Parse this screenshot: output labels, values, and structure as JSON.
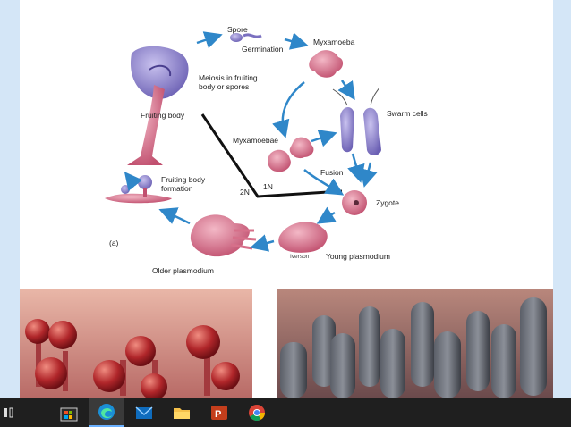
{
  "diagram": {
    "labels": {
      "spore": "Spore",
      "germination": "Germination",
      "myxamoeba": "Myxamoeba",
      "swarm_cells": "Swarm cells",
      "meiosis": [
        "Meiosis in fruiting",
        "body or spores"
      ],
      "fruiting_body": "Fruiting body",
      "myxamoebae": "Myxamoebae",
      "fusion": "Fusion",
      "zygote": "Zygote",
      "ploidy_1n": "1N",
      "ploidy_2n": "2N",
      "fruiting_formation": [
        "Fruiting body",
        "formation"
      ],
      "panel_label": "(a)",
      "young_plasmodium": "Young plasmodium",
      "older_plasmodium": "Older plasmodium",
      "credit": "Iverson"
    },
    "colors": {
      "arrow": "#2f87c9",
      "cell": "#8a7fc9",
      "pink": "#d6708a"
    }
  },
  "taskbar": {
    "items": [
      {
        "name": "task-view-icon"
      },
      {
        "name": "microsoft-store-icon"
      },
      {
        "name": "edge-browser-icon",
        "active": true
      },
      {
        "name": "mail-icon"
      },
      {
        "name": "file-explorer-icon"
      },
      {
        "name": "powerpoint-icon"
      },
      {
        "name": "chrome-icon"
      }
    ]
  }
}
